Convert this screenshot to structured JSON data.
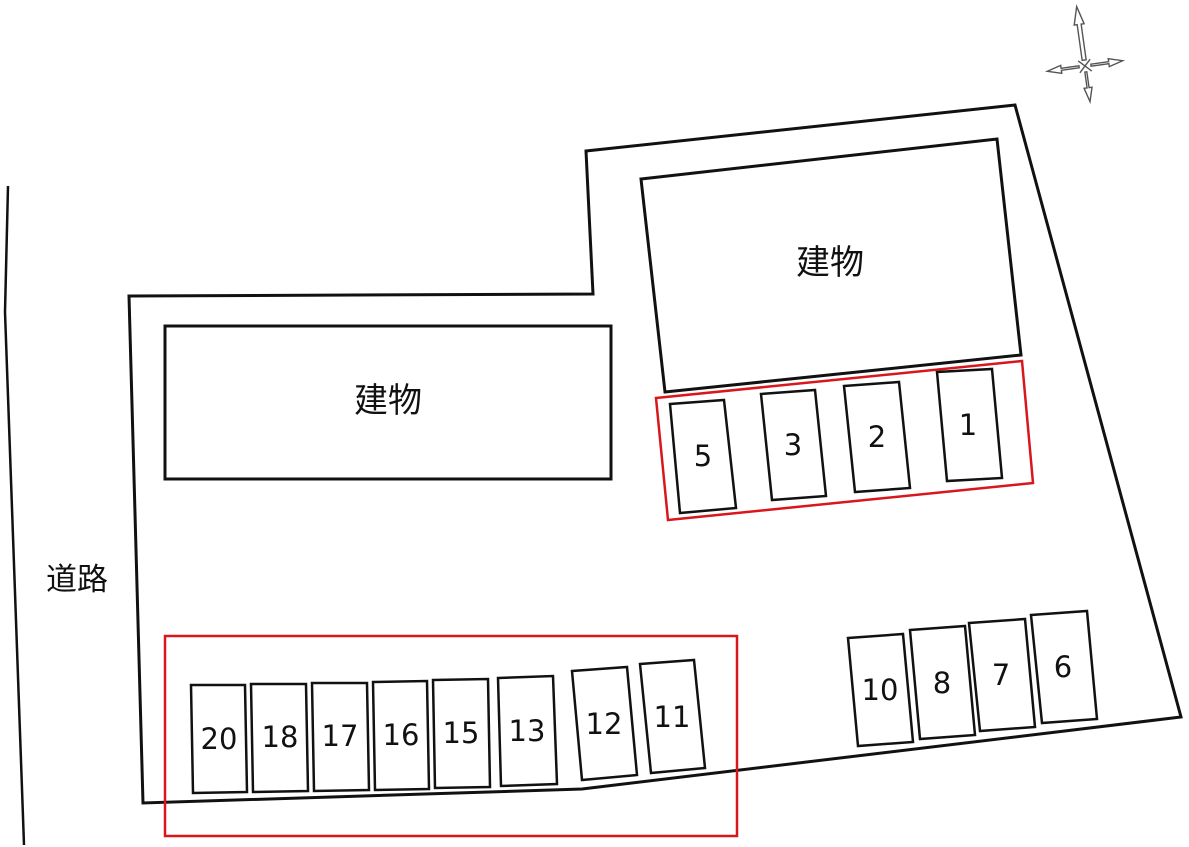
{
  "road_label": "道路",
  "buildings": [
    {
      "id": "building-west",
      "label": "建物"
    },
    {
      "id": "building-east",
      "label": "建物"
    }
  ],
  "parking_spaces": [
    {
      "number": "1"
    },
    {
      "number": "2"
    },
    {
      "number": "3"
    },
    {
      "number": "5"
    },
    {
      "number": "6"
    },
    {
      "number": "7"
    },
    {
      "number": "8"
    },
    {
      "number": "10"
    },
    {
      "number": "11"
    },
    {
      "number": "12"
    },
    {
      "number": "13"
    },
    {
      "number": "15"
    },
    {
      "number": "16"
    },
    {
      "number": "17"
    },
    {
      "number": "18"
    },
    {
      "number": "20"
    }
  ],
  "highlight_color": "#d9161c",
  "line_color": "#111111",
  "compass_icon": "compass-rose-icon"
}
